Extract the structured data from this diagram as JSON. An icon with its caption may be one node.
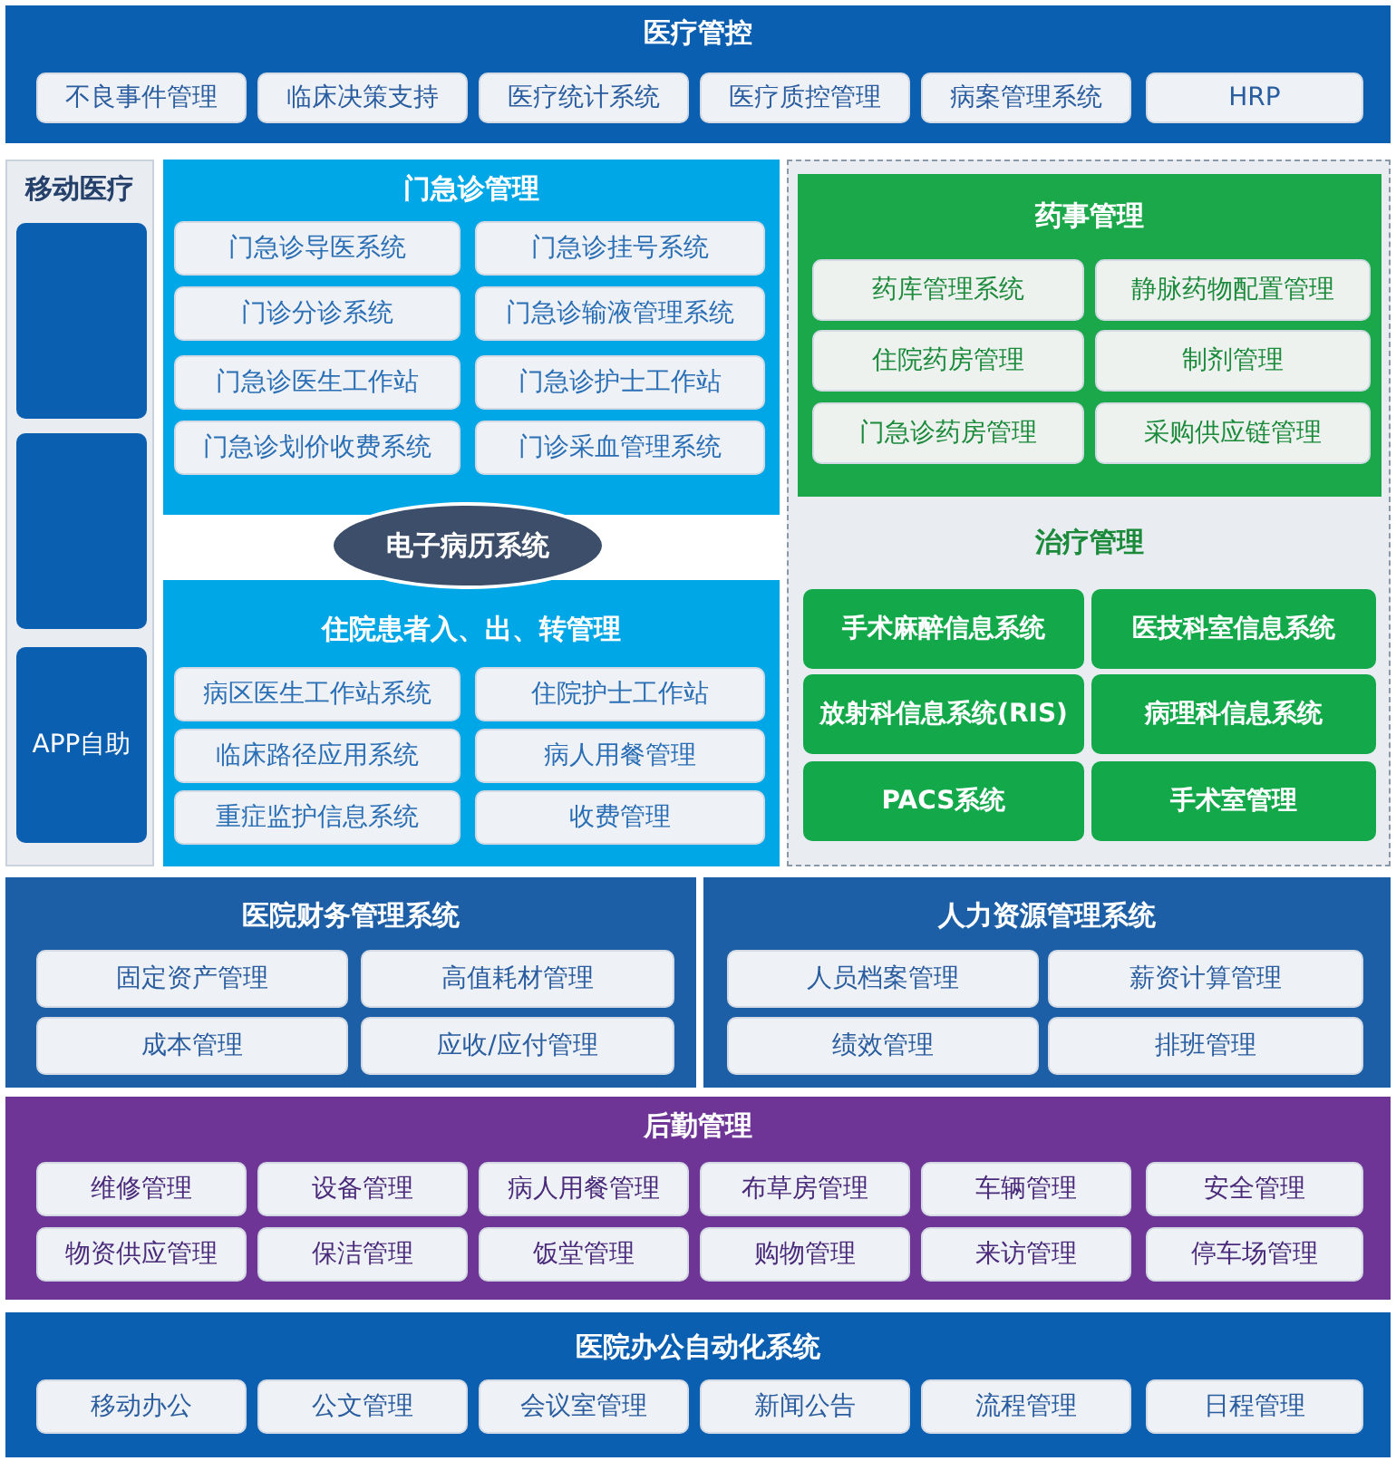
{
  "diagram": {
    "nodes": [
      {
        "text": [
          "医疗管控"
        ]
      },
      {
        "text": [
          "不良事件管理"
        ],
        "in": 0
      },
      {
        "text": [
          "临床决策支持"
        ],
        "in": 0
      },
      {
        "text": [
          "医疗统计系统"
        ],
        "in": 0
      },
      {
        "text": [
          "医疗质控管理"
        ],
        "in": 0
      },
      {
        "text": [
          "病案管理系统"
        ],
        "in": 0
      },
      {
        "text": [
          "HRP"
        ],
        "in": 0
      },
      {
        "text": [
          "移动医疗"
        ]
      },
      {
        "text": [],
        "shape": "box",
        "in": 7
      },
      {
        "text": [],
        "shape": "box",
        "in": 7
      },
      {
        "text": [
          "APP自助"
        ],
        "in": 7
      },
      {
        "text": [
          "门急诊管理"
        ]
      },
      {
        "text": [
          "门急诊导医系统"
        ],
        "in": 11
      },
      {
        "text": [
          "门急诊挂号系统"
        ],
        "in": 11
      },
      {
        "text": [
          "门诊分诊系统"
        ],
        "in": 11
      },
      {
        "text": [
          "门急诊输液管理系统"
        ],
        "in": 11
      },
      {
        "text": [
          "门急诊医生工作站"
        ],
        "in": 11
      },
      {
        "text": [
          "门急诊护士工作站"
        ],
        "in": 11
      },
      {
        "text": [
          "门急诊划价收费系统"
        ],
        "in": 11
      },
      {
        "text": [
          "门诊采血管理系统"
        ],
        "in": 11
      },
      {
        "text": [
          "电子病历系统"
        ]
      },
      {
        "text": [
          "住院患者入、出、转管理"
        ]
      },
      {
        "text": [
          "病区医生工作站系统"
        ],
        "in": 21
      },
      {
        "text": [
          "住院护士工作站"
        ],
        "in": 21
      },
      {
        "text": [
          "临床路径应用系统"
        ],
        "in": 21
      },
      {
        "text": [
          "病人用餐管理"
        ],
        "in": 21
      },
      {
        "text": [
          "重症监护信息系统"
        ],
        "in": 21
      },
      {
        "text": [
          "收费管理"
        ],
        "in": 21
      },
      {
        "text": [
          "药事管理"
        ]
      },
      {
        "text": [
          "药库管理系统"
        ],
        "in": 28
      },
      {
        "text": [
          "静脉药物配置管理"
        ],
        "in": 28
      },
      {
        "text": [
          "住院药房管理"
        ],
        "in": 28
      },
      {
        "text": [
          "制剂管理"
        ],
        "in": 28
      },
      {
        "text": [
          "门急诊药房管理"
        ],
        "in": 28
      },
      {
        "text": [
          "采购供应链管理"
        ],
        "in": 28
      },
      {
        "text": [
          "治疗管理"
        ]
      },
      {
        "text": [
          "手术麻醉信息系统"
        ],
        "in": 35
      },
      {
        "text": [
          "医技科室信息系统"
        ],
        "in": 35
      },
      {
        "text": [
          "放射科信息系统(RIS)"
        ],
        "in": 35
      },
      {
        "text": [
          "病理科信息系统"
        ],
        "in": 35
      },
      {
        "text": [
          "PACS系统"
        ],
        "in": 35
      },
      {
        "text": [
          "手术室管理"
        ],
        "in": 35
      },
      {
        "text": [
          "医院财务管理系统"
        ]
      },
      {
        "text": [
          "固定资产管理"
        ],
        "in": 42
      },
      {
        "text": [
          "高值耗材管理"
        ],
        "in": 42
      },
      {
        "text": [
          "成本管理"
        ],
        "in": 42
      },
      {
        "text": [
          "应收/应付管理"
        ],
        "in": 42
      },
      {
        "text": [
          "人力资源管理系统"
        ]
      },
      {
        "text": [
          "人员档案管理"
        ],
        "in": 47
      },
      {
        "text": [
          "薪资计算管理"
        ],
        "in": 47
      },
      {
        "text": [
          "绩效管理"
        ],
        "in": 47
      },
      {
        "text": [
          "排班管理"
        ],
        "in": 47
      },
      {
        "text": [
          "后勤管理"
        ]
      },
      {
        "text": [
          "维修管理"
        ],
        "in": 52
      },
      {
        "text": [
          "设备管理"
        ],
        "in": 52
      },
      {
        "text": [
          "病人用餐管理"
        ],
        "in": 52
      },
      {
        "text": [
          "布草房管理"
        ],
        "in": 52
      },
      {
        "text": [
          "车辆管理"
        ],
        "in": 52
      },
      {
        "text": [
          "安全管理"
        ],
        "in": 52
      },
      {
        "text": [
          "物资供应管理"
        ],
        "in": 52
      },
      {
        "text": [
          "保洁管理"
        ],
        "in": 52
      },
      {
        "text": [
          "饭堂管理"
        ],
        "in": 52
      },
      {
        "text": [
          "购物管理"
        ],
        "in": 52
      },
      {
        "text": [
          "来访管理"
        ],
        "in": 52
      },
      {
        "text": [
          "停车场管理"
        ],
        "in": 52
      },
      {
        "text": [
          "医院办公自动化系统"
        ]
      },
      {
        "text": [
          "移动办公"
        ],
        "in": 65
      },
      {
        "text": [
          "公文管理"
        ],
        "in": 65
      },
      {
        "text": [
          "会议室管理"
        ],
        "in": 65
      },
      {
        "text": [
          "新闻公告"
        ],
        "in": 65
      },
      {
        "text": [
          "流程管理"
        ],
        "in": 65
      },
      {
        "text": [
          "日程管理"
        ],
        "in": 65
      }
    ]
  }
}
